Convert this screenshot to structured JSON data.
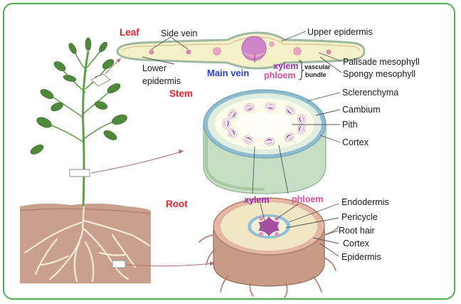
{
  "colors": {
    "frame": "#4caf50",
    "section_label": "#e8202a",
    "main_vein": "#2a3fd6",
    "xylem": "#9a2fb0",
    "phloem": "#e04ca0",
    "leaf_fill": "#f3f0c6",
    "stem_side": "#c9dfc4",
    "root_fill": "#d7ab9a"
  },
  "sections": {
    "leaf": "Leaf",
    "stem": "Stem",
    "root": "Root"
  },
  "leaf_labels": {
    "side_vein": "Side vein",
    "upper_epidermis": "Upper epidermis",
    "lower_epidermis_1": "Lower",
    "lower_epidermis_2": "epidermis",
    "main_vein": "Main vein",
    "xylem": "xylem",
    "phloem": "phloem",
    "vascular_1": "vascular",
    "vascular_2": "bundle",
    "palisade": "Palisade mesophyll",
    "spongy": "Spongy mesophyll"
  },
  "stem_labels": {
    "sclerenchyma": "Sclerenchyma",
    "cambium": "Cambium",
    "pith": "Pith",
    "cortex": "Cortex"
  },
  "root_labels": {
    "xylem": "xylem",
    "phloem": "phloem",
    "endodermis": "Endodermis",
    "pericycle": "Pericycle",
    "root_hair": "Root hair",
    "cortex": "Cortex",
    "epidermis": "Epidermis"
  }
}
